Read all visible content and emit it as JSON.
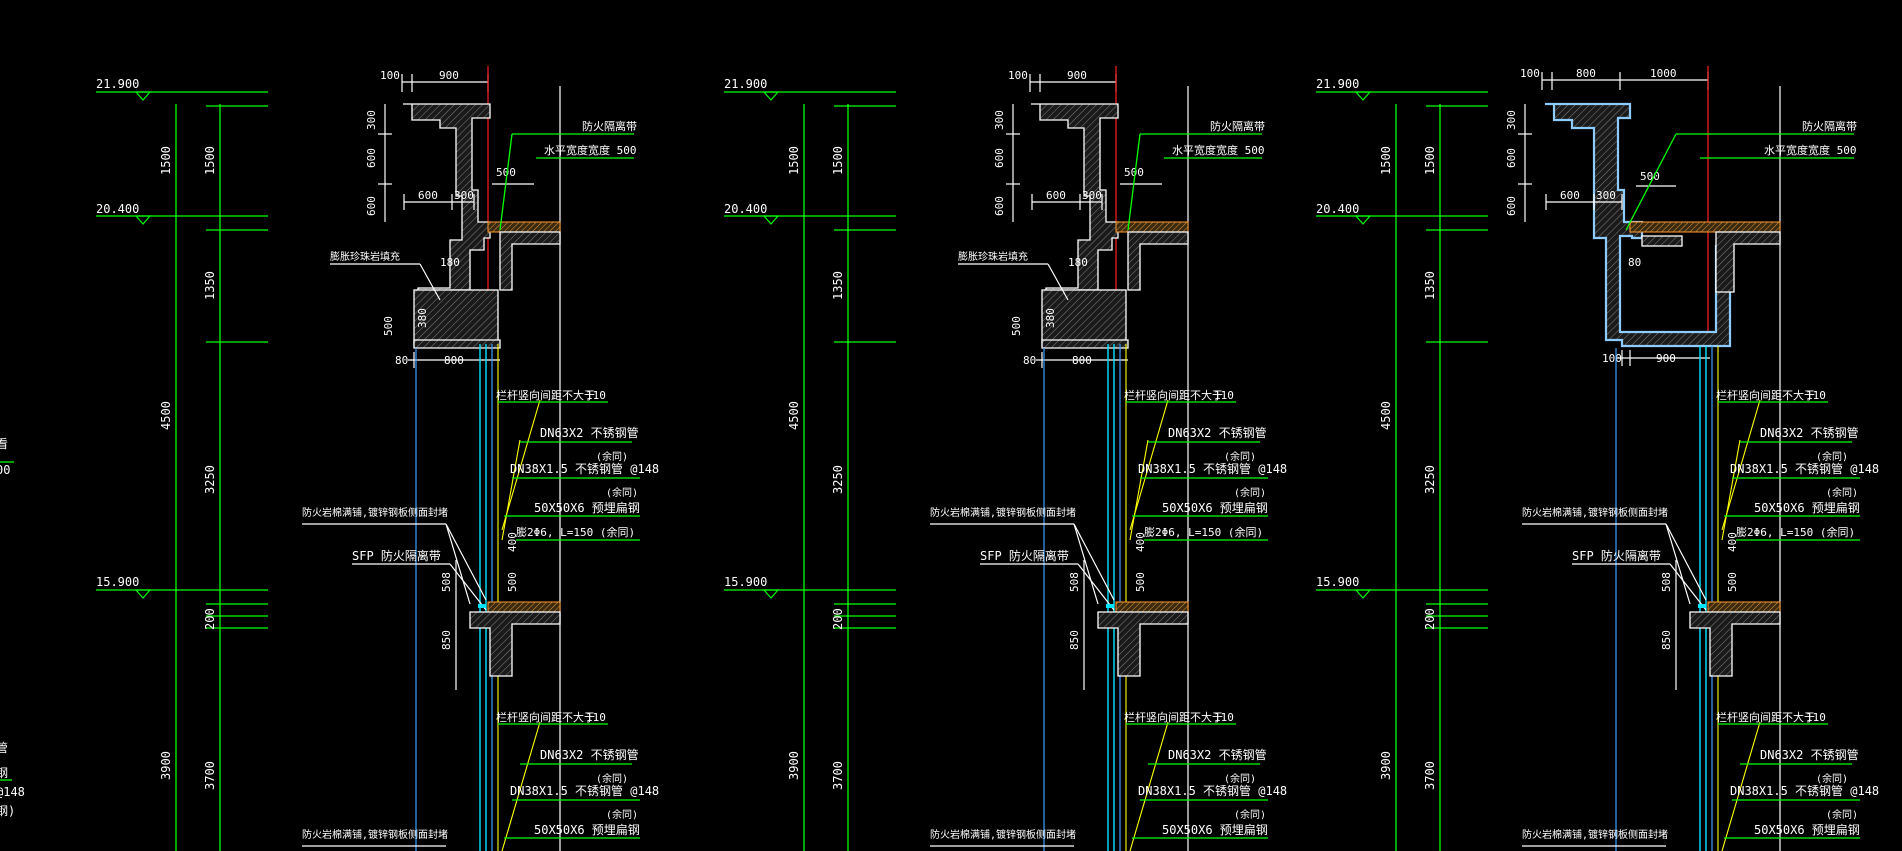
{
  "sheet": {
    "background": "#000000",
    "accent_green": "#00ff00",
    "accent_yellow": "#ffff00",
    "accent_red": "#ff2020",
    "accent_cyan": "#00e5ff"
  },
  "left_fragment": [
    "看",
    "00",
    "管",
    "钢",
    "@148",
    "钢)"
  ],
  "panels": [
    {
      "levels": [
        "21.900",
        "20.400",
        "15.900"
      ],
      "dims_left": [
        "1500",
        "4500",
        "3900"
      ],
      "dims_right": [
        "1500",
        "1350",
        "3250",
        "200",
        "3700"
      ],
      "top_dims": [
        "100",
        "900"
      ],
      "vert_dims": [
        "300",
        "600",
        "600"
      ],
      "dim_600": "600",
      "dim_300": "300",
      "dim_500": "500",
      "lbl_fire_title": "防火隔离带",
      "lbl_fire_width": "水平宽度宽度 500",
      "lbl_fill_note": "膨胀珍珠岩填充",
      "dim_180": "180",
      "dim_500v": "500",
      "dim_80": "80",
      "dim_800": "800",
      "dim_380": "380",
      "rail1": [
        "栏杆竖向间距不大于",
        "110",
        "DN63X2 不锈钢管",
        "(余同)",
        "DN38X1.5 不锈钢管 @148",
        "(余同)",
        "50X50X6 预埋扁钢",
        "膨2Φ6, L=150 (余同)"
      ],
      "lbl_gap_note": "防火岩棉满铺,镀锌钢板侧面封堵",
      "lbl_sfp": "SFP 防火隔离带",
      "dim_400": "400",
      "dim_500b": "500",
      "dim_508": "508",
      "dim_850": "850",
      "rail2": [
        "栏杆竖向间距不大于",
        "110",
        "DN63X2 不锈钢管",
        "(余同)",
        "DN38X1.5 不锈钢管 @148",
        "(余同)",
        "50X50X6 预埋扁钢"
      ],
      "lbl_gap_note2": "防火岩棉满铺,镀锌钢板侧面封堵"
    },
    {
      "levels": [
        "21.900",
        "20.400",
        "15.900"
      ],
      "dims_left": [
        "1500",
        "4500",
        "3900"
      ],
      "dims_right": [
        "1500",
        "1350",
        "3250",
        "200",
        "3700"
      ],
      "top_dims": [
        "100",
        "900"
      ],
      "vert_dims": [
        "300",
        "600",
        "600"
      ],
      "dim_600": "600",
      "dim_300": "300",
      "dim_500": "500",
      "lbl_fire_title": "防火隔离带",
      "lbl_fire_width": "水平宽度宽度 500",
      "lbl_fill_note": "膨胀珍珠岩填充",
      "dim_180": "180",
      "dim_500v": "500",
      "dim_80": "80",
      "dim_800": "800",
      "dim_380": "380",
      "rail1": [
        "栏杆竖向间距不大于",
        "110",
        "DN63X2 不锈钢管",
        "(余同)",
        "DN38X1.5 不锈钢管 @148",
        "(余同)",
        "50X50X6 预埋扁钢",
        "膨2Φ6, L=150 (余同)"
      ],
      "lbl_gap_note": "防火岩棉满铺,镀锌钢板侧面封堵",
      "lbl_sfp": "SFP 防火隔离带",
      "dim_400": "400",
      "dim_500b": "500",
      "dim_508": "508",
      "dim_850": "850",
      "rail2": [
        "栏杆竖向间距不大于",
        "110",
        "DN63X2 不锈钢管",
        "(余同)",
        "DN38X1.5 不锈钢管 @148",
        "(余同)",
        "50X50X6 预埋扁钢"
      ],
      "lbl_gap_note2": "防火岩棉满铺,镀锌钢板侧面封堵"
    },
    {
      "levels": [
        "21.900",
        "20.400",
        "15.900"
      ],
      "dims_left": [
        "1500",
        "4500",
        "3900"
      ],
      "dims_right": [
        "1500",
        "1350",
        "3250",
        "200",
        "3700"
      ],
      "top_dims": [
        "100",
        "800",
        "1000"
      ],
      "vert_dims": [
        "300",
        "600",
        "600"
      ],
      "dim_600": "600",
      "dim_300": "300",
      "dim_500": "500",
      "lbl_fire_title": "防火隔离带",
      "lbl_fire_width": "水平宽度宽度 500",
      "dim_80": "80",
      "dim_100": "100",
      "dim_900": "900",
      "rail1": [
        "栏杆竖向间距不大于",
        "110",
        "DN63X2 不锈钢管",
        "(余同)",
        "DN38X1.5 不锈钢管 @148",
        "(余同)",
        "50X50X6 预埋扁钢",
        "膨2Φ6, L=150 (余同)"
      ],
      "lbl_gap_note": "防火岩棉满铺,镀锌钢板侧面封堵",
      "lbl_sfp": "SFP 防火隔离带",
      "dim_400": "400",
      "dim_500b": "500",
      "dim_508": "508",
      "dim_850": "850",
      "rail2": [
        "栏杆竖向间距不大于",
        "110",
        "DN63X2 不锈钢管",
        "(余同)",
        "DN38X1.5 不锈钢管 @148",
        "(余同)",
        "50X50X6 预埋扁钢"
      ],
      "lbl_gap_note2": "防火岩棉满铺,镀锌钢板侧面封堵"
    }
  ]
}
